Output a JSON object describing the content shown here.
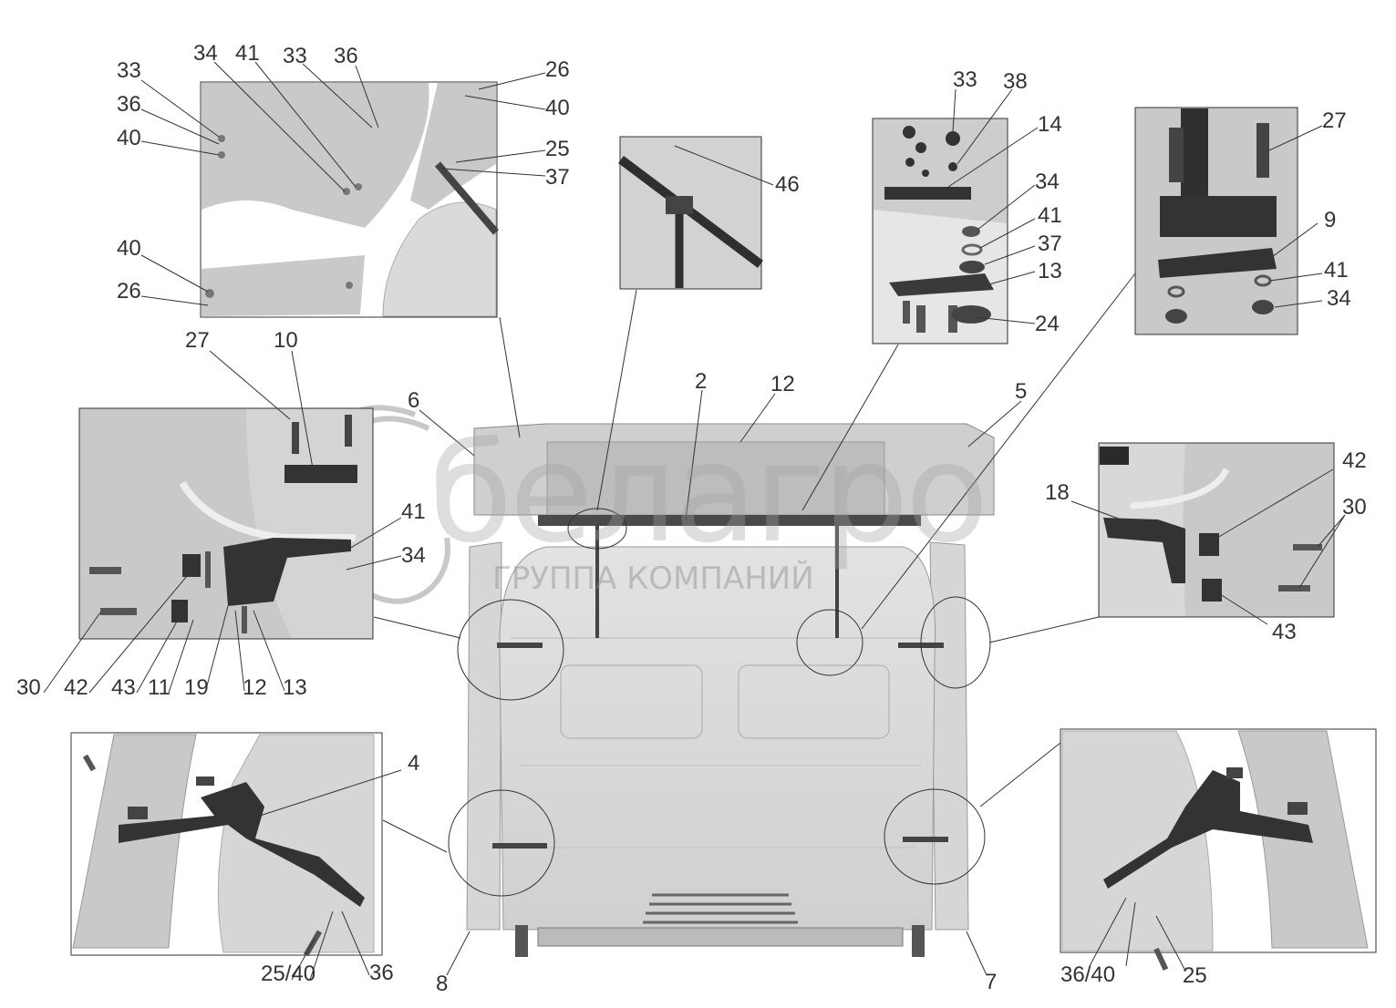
{
  "watermark": {
    "brand": "белагро",
    "tagline": "ГРУППА КОМПАНИЙ"
  },
  "callouts": {
    "tl": [
      "33",
      "36",
      "40",
      "34",
      "41",
      "33",
      "36",
      "26",
      "40",
      "25",
      "37",
      "40",
      "26"
    ],
    "tm": [
      "46"
    ],
    "tr1": [
      "33",
      "38",
      "14",
      "34",
      "41",
      "37",
      "13",
      "24"
    ],
    "tr2": [
      "27",
      "9",
      "41",
      "34"
    ],
    "main": [
      "2",
      "12",
      "6",
      "5",
      "8",
      "7",
      "4"
    ],
    "ml": [
      "27",
      "10",
      "41",
      "34",
      "30",
      "42",
      "43",
      "11",
      "19",
      "12",
      "13"
    ],
    "mr": [
      "42",
      "18",
      "30",
      "43"
    ],
    "bl": [
      "25/40",
      "36"
    ],
    "br": [
      "36/40",
      "25"
    ]
  }
}
